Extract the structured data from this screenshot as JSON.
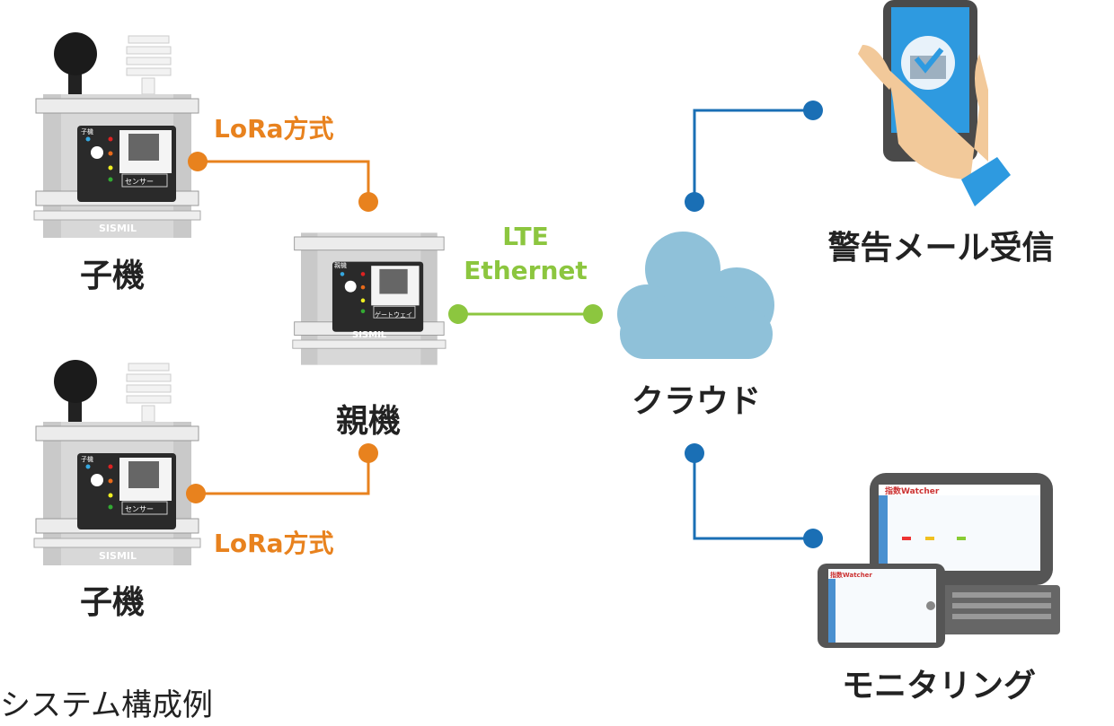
{
  "nodes": {
    "child_label": "子機",
    "parent_label": "親機",
    "cloud_label": "クラウド",
    "alert_label": "警告メール受信",
    "monitor_label": "モニタリング"
  },
  "links": {
    "lora_label": "LoRa方式",
    "lte_label": "LTE",
    "ethernet_label": "Ethernet"
  },
  "device": {
    "brand": "SISMIL",
    "child_panel_title": "子機",
    "child_tag": "センサー",
    "parent_panel_title": "親機",
    "parent_tag": "ゲートウェイ"
  },
  "screen": {
    "app_logo": "指数Watcher"
  },
  "caption": "システム構成例",
  "colors": {
    "lora": "#e8821e",
    "lte": "#8cc63f",
    "cloud_link": "#1a6fb5",
    "cloud": "#8fc1d9"
  }
}
